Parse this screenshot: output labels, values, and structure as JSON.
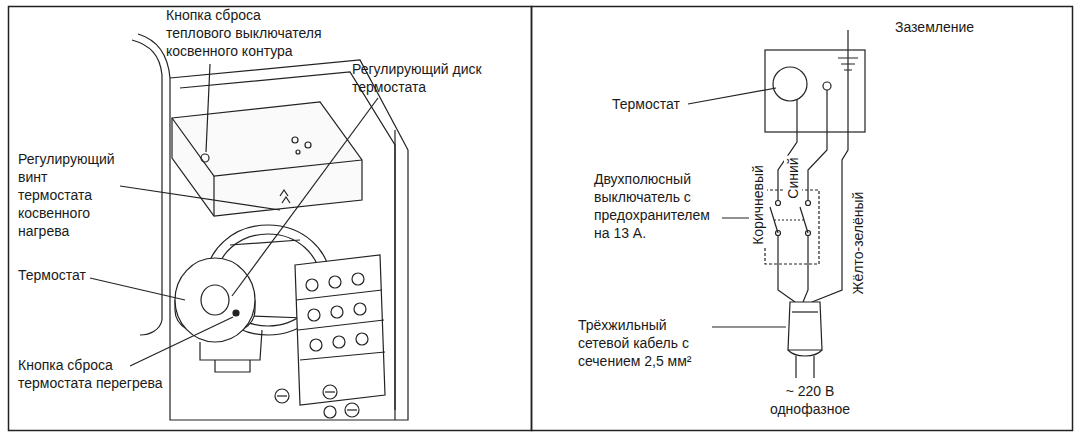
{
  "diagram": {
    "labels": [
      "Кнопка сброса теплового выключателя косвенного контура",
      "Регулирующий диск термостата",
      "Регулирующий винт термостата косвенного нагрева",
      "Термостат",
      "Кнопка сброса термостата перегрева",
      "Заземление",
      "Термостат",
      "Двухполюсный выключатель с предохранителем на 13 А.",
      "Коричневый",
      "Синий",
      "Жёлто-зелёный",
      "Трёхжильный сетевой кабель с сечением 2,5 мм²",
      "~ 220 В однофазное"
    ]
  }
}
